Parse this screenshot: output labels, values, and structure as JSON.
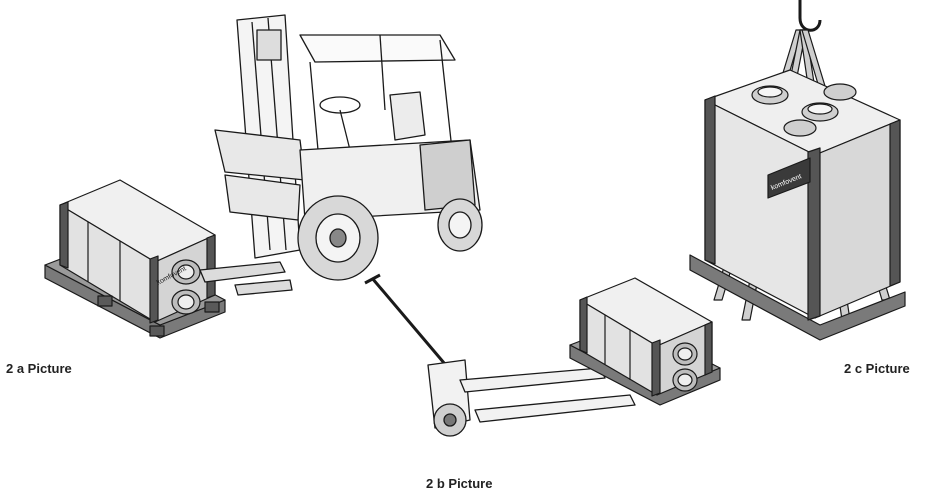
{
  "captions": {
    "a": "2 a Picture",
    "b": "2 b Picture",
    "c": "2 c Picture"
  },
  "brand_text": "komfovent",
  "colors": {
    "line": "#1a1a1a",
    "box_light": "#f2f2f2",
    "box_mid": "#d6d6d6",
    "box_dark": "#555555",
    "pallet": "#7a7a7a",
    "strap": "#cfcfcf"
  }
}
